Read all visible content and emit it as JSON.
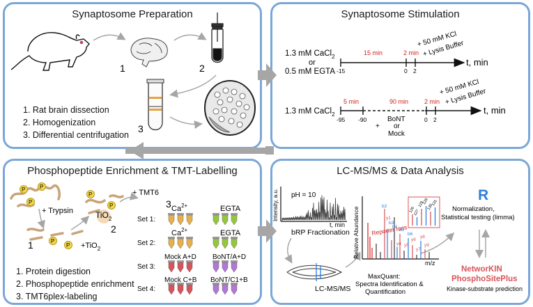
{
  "panels": {
    "prep": {
      "title": "Synaptosome Preparation",
      "step_numbers": [
        "1",
        "2",
        "3"
      ],
      "steps": [
        "1. Rat brain dissection",
        "2. Homogenization",
        "3. Differential centrifugation"
      ]
    },
    "stim": {
      "title": "Synaptosome Stimulation",
      "row1": {
        "condition_a": "1.3 mM CaCl",
        "subscript": "2",
        "or": "or",
        "condition_b": "0.5 mM EGTA",
        "interval_1": "15 min",
        "interval_2": "2 min",
        "additions": [
          "+ 50 mM KCl",
          "+ Lysis Buffer"
        ],
        "ticks": [
          "-15",
          "0",
          "2"
        ],
        "axis_label": "t, min"
      },
      "row2": {
        "condition": "1.3 mM CaCl",
        "subscript": "2",
        "interval_1": "5 min",
        "interval_2": "90 min",
        "interval_3": "2 min",
        "additions": [
          "+ 50 mM KCl",
          "+ Lysis Buffer"
        ],
        "ticks": [
          "-95",
          "-90",
          "0",
          "2"
        ],
        "treatment": [
          "BoNT",
          "+",
          "or",
          "Mock"
        ],
        "axis_label": "t, min"
      }
    },
    "enrich": {
      "title": "Phosphopeptide Enrichment & TMT-Labelling",
      "p_label": "P",
      "trypsin": "+ Trypsin",
      "tio2": "TiO",
      "tio2_sub": "2",
      "add_tio2": "+TiO",
      "tmt6": "+ TMT6",
      "step_numbers": [
        "1",
        "2",
        "3"
      ],
      "columns": {
        "set12": [
          "Ca",
          "EGTA"
        ],
        "ca_sup": "2+",
        "set3": [
          "Mock A+D",
          "BoNT/A+D"
        ],
        "set4": [
          "Mock C+B",
          "BoNT/C1+B"
        ]
      },
      "sets": [
        "Set 1:",
        "Set 2:",
        "Set 3:",
        "Set 4:"
      ],
      "steps": [
        "1. Protein digestion",
        "2. Phosphopeptide enrichment",
        "3. TMT6plex-labeling"
      ],
      "tube_colors": {
        "set1": [
          "#e8b04b",
          "#e8b04b",
          "#e8b04b",
          "#93c83e",
          "#93c83e",
          "#93c83e"
        ],
        "set2": [
          "#e8b04b",
          "#e8b04b",
          "#e8b04b",
          "#93c83e",
          "#93c83e",
          "#93c83e"
        ],
        "set3": [
          "#d8545a",
          "#d8545a",
          "#d8545a",
          "#b377d6",
          "#b377d6",
          "#b377d6"
        ],
        "set4": [
          "#d8545a",
          "#d8545a",
          "#d8545a",
          "#b377d6",
          "#b377d6",
          "#b377d6"
        ]
      }
    },
    "lcms": {
      "title": "LC-MS/MS & Data Analysis",
      "chrom_ylabel": "Intensity, a.u.",
      "ph": "pH = 10",
      "chrom_xlabel": "t, min",
      "chrom_caption": "bRP Fractionation",
      "instrument": "LC-MS/MS",
      "spec_ylabel": "Relative Abundance",
      "spec_xlabel": "m/z",
      "reporter": "Reporter Ions",
      "inset_peaks": [
        "126",
        "127",
        "128",
        "129",
        "130",
        "131"
      ],
      "ion_labels": [
        "b2",
        "y1",
        "b3",
        "b4",
        "y4",
        "b5",
        "y5",
        "b6",
        "y6",
        "y7",
        "y8",
        "y9"
      ],
      "maxquant": [
        "MaxQuant:",
        "Spectra Identification &",
        "Quantification"
      ],
      "r_logo": "R",
      "normalization": [
        "Normalization,",
        "Statistical testing (limma)"
      ],
      "networkin": "NetworKIN",
      "phosphosite": "PhosphoSitePlus",
      "kinase": "Kinase-substrate prediction"
    }
  },
  "colors": {
    "panel_border": "#7aa7d8",
    "arrow_gray": "#a6a6a6",
    "timeline_red": "#d0211c",
    "r_blue": "#2b7de0",
    "pred_red": "#d9545a"
  }
}
